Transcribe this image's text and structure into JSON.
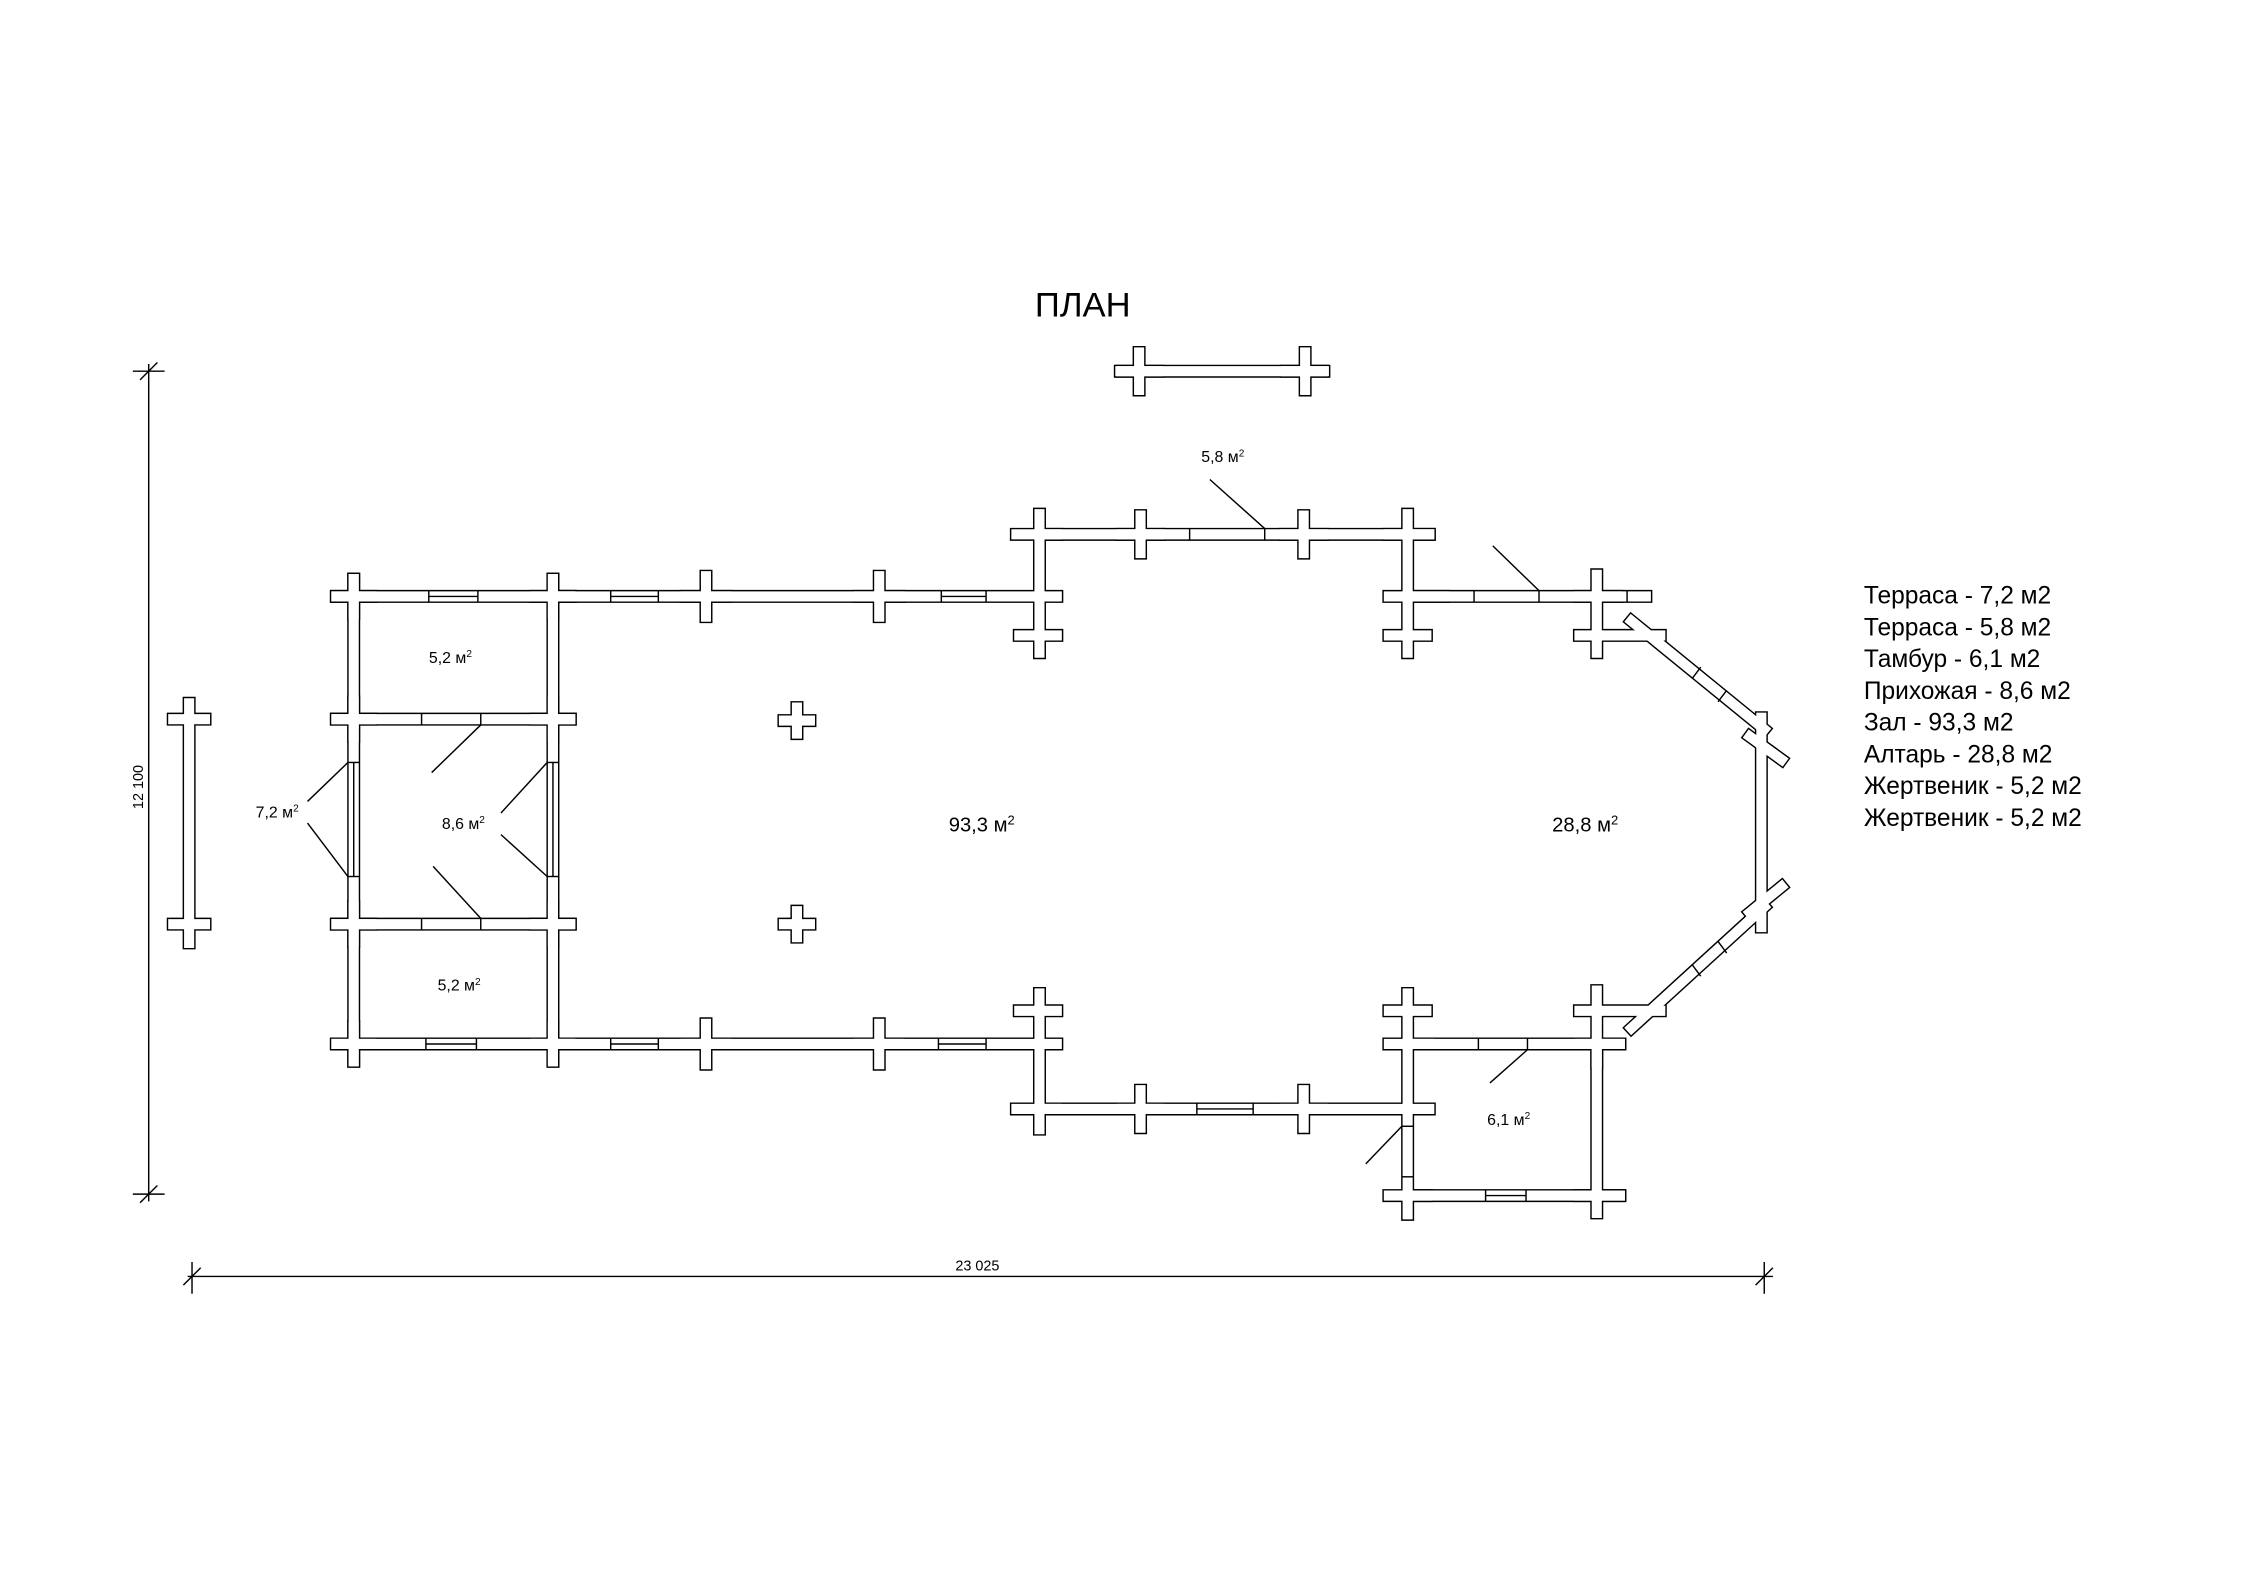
{
  "title": "ПЛАН",
  "dimensions": {
    "height": "12 100",
    "width": "23 025"
  },
  "room_labels": {
    "vestry_top": "5,2 м",
    "hall_entry": "8,6 м",
    "vestry_bottom": "5,2 м",
    "terrace_west": "7,2 м",
    "nave": "93,3 м",
    "altar": "28,8 м",
    "terrace_north": "5,8 м",
    "tambur": "6,1 м",
    "sup": "2"
  },
  "legend": [
    "Терраса  - 7,2 м2",
    "Терраса  - 5,8 м2",
    "Тамбур  - 6,1 м2",
    "Прихожая  - 8,6 м2",
    "Зал - 93,3 м2",
    "Алтарь  - 28,8 м2",
    "Жертвеник  - 5,2 м2",
    "Жертвеник  - 5,2 м2"
  ],
  "colors": {
    "line": "#000000",
    "background": "#ffffff"
  }
}
